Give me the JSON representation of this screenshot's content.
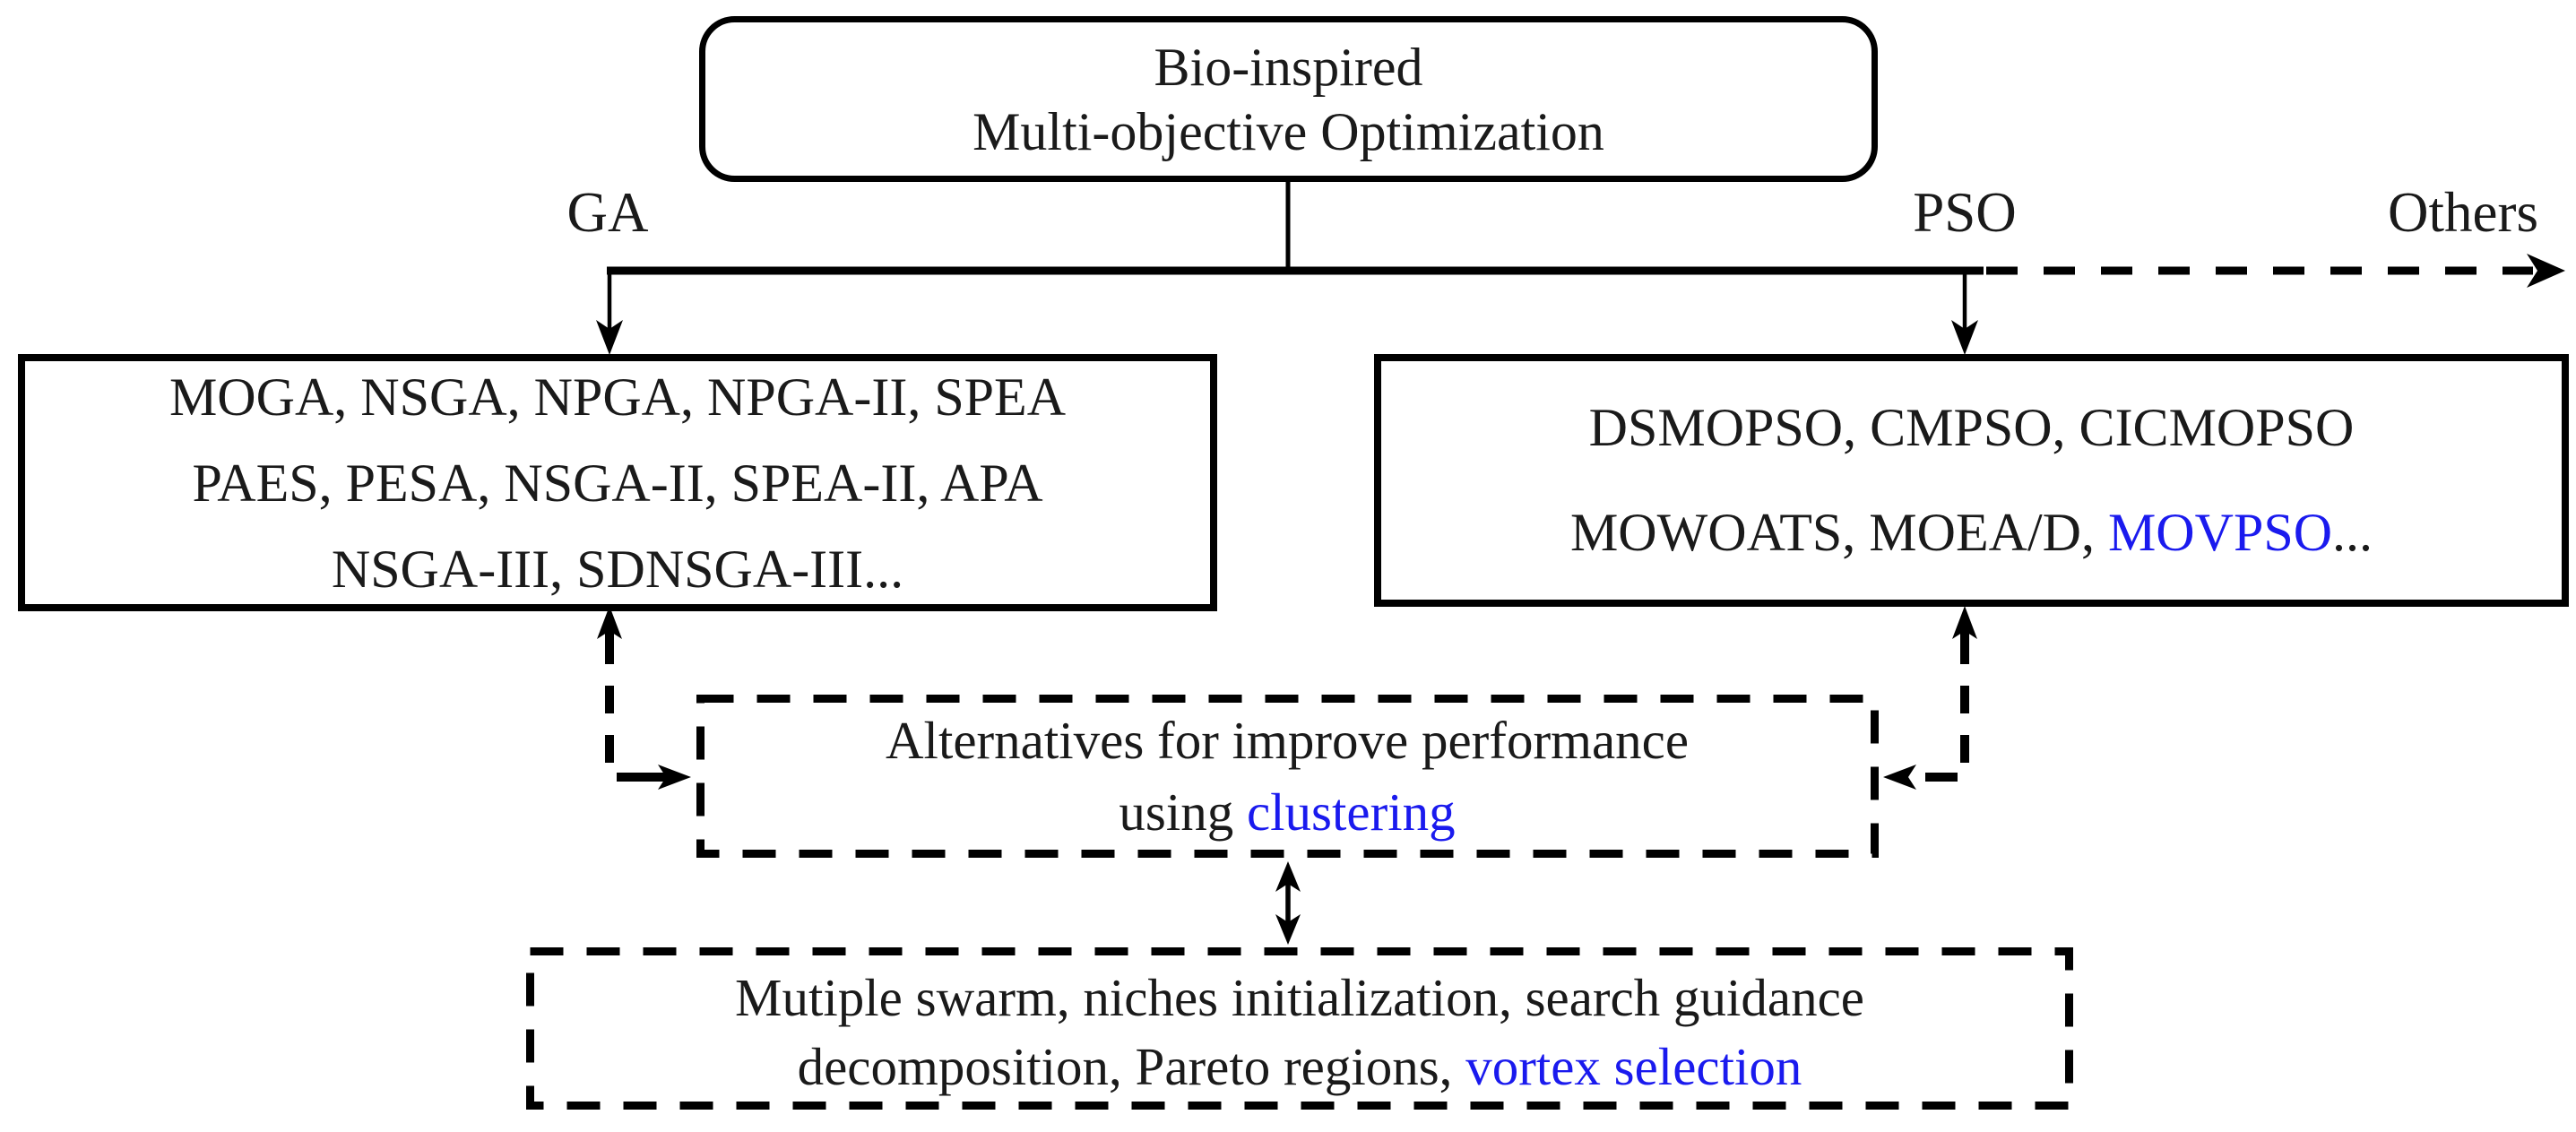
{
  "title": {
    "line1": "Bio-inspired",
    "line2": "Multi-objective Optimization"
  },
  "branches": {
    "ga": "GA",
    "pso": "PSO",
    "others": "Others"
  },
  "ga_box": {
    "lines": [
      "MOGA, NSGA, NPGA, NPGA-II, SPEA",
      "PAES, PESA, NSGA-II, SPEA-II, APA",
      "NSGA-III, SDNSGA-III..."
    ]
  },
  "pso_box": {
    "line1": "DSMOPSO, CMPSO, CICMOPSO",
    "line2_prefix": "MOWOATS, MOEA/D, ",
    "line2_highlight": "MOVPSO",
    "line2_suffix": "..."
  },
  "alternatives_box": {
    "line1": "Alternatives for improve performance",
    "line2_prefix": "using ",
    "line2_highlight": "clustering"
  },
  "techniques_box": {
    "line1": "Mutiple swarm, niches initialization, search guidance",
    "line2_prefix": "decomposition, Pareto regions, ",
    "line2_highlight": "vortex selection"
  },
  "colors": {
    "highlight_blue": "#1a1aee",
    "line_black": "#000000",
    "text_black": "#1a1a1a"
  }
}
